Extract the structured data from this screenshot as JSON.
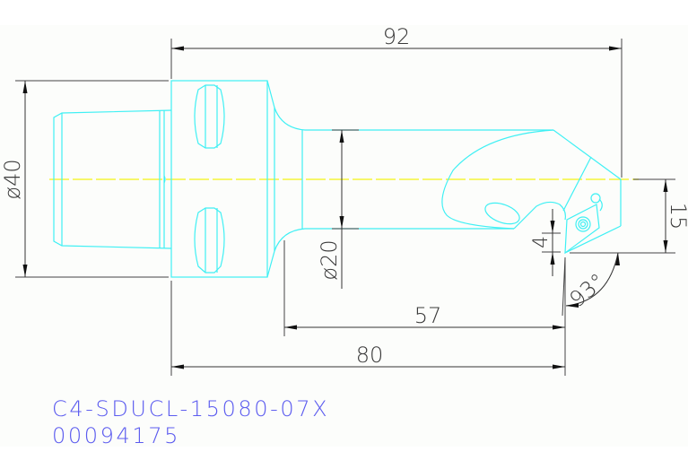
{
  "drawing": {
    "title": "C4-SDUCL-15080-07X",
    "part_number": "00094175",
    "colors": {
      "background": "#fcfdfb",
      "part_outline": "#3ff0f4",
      "centerline": "#f5f53a",
      "dimension": "#333333",
      "label_text": "#5b5bef"
    },
    "dimensions": {
      "overall_length": "92",
      "flange_diameter": "ø40",
      "shank_diameter": "ø20",
      "length_57": "57",
      "length_80": "80",
      "height_15": "15",
      "offset_4": "4",
      "approach_angle": "93°"
    }
  }
}
